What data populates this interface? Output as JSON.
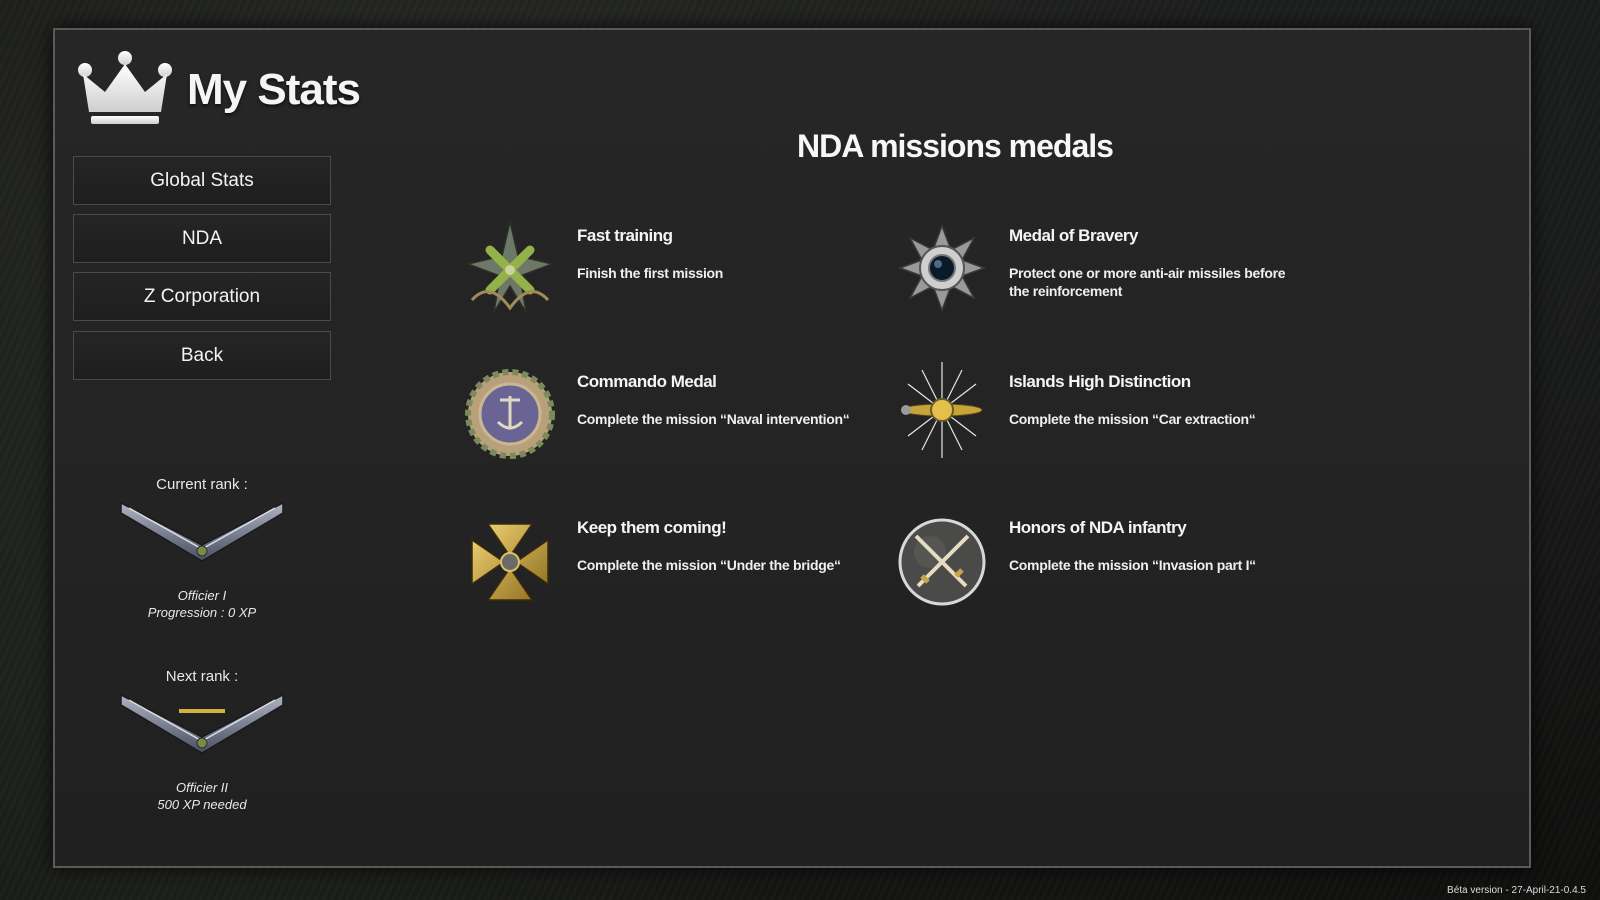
{
  "header": {
    "title": "My Stats",
    "icon": "crown-icon"
  },
  "menu": {
    "items": [
      {
        "label": "Global Stats"
      },
      {
        "label": "NDA"
      },
      {
        "label": "Z Corporation"
      },
      {
        "label": "Back"
      }
    ]
  },
  "rank": {
    "current_label": "Current rank :",
    "current_name": "Officier I",
    "current_progress": "Progression : 0 XP",
    "next_label": "Next rank :",
    "next_name": "Officier II",
    "next_needed": "500 XP needed"
  },
  "page": {
    "title": "NDA missions medals"
  },
  "medals": [
    {
      "name": "Fast training",
      "desc": "Finish the first mission",
      "icon": "star-wreath-medal-icon"
    },
    {
      "name": "Medal of Bravery",
      "desc": "Protect one or more anti-air missiles before the reinforcement",
      "icon": "bravery-gear-medal-icon"
    },
    {
      "name": "Commando Medal",
      "desc": "Complete the mission “Naval intervention“",
      "icon": "commando-anchor-medal-icon"
    },
    {
      "name": "Islands High Distinction",
      "desc": "Complete the mission “Car extraction“",
      "icon": "sunburst-medal-icon"
    },
    {
      "name": "Keep them coming!",
      "desc": "Complete the mission “Under the bridge“",
      "icon": "maltese-cross-medal-icon"
    },
    {
      "name": "Honors of NDA infantry",
      "desc": "Complete the mission “Invasion part I“",
      "icon": "crossed-swords-medal-icon"
    }
  ],
  "footer": {
    "version": "Béta version - 27-April-21-0.4.5"
  }
}
